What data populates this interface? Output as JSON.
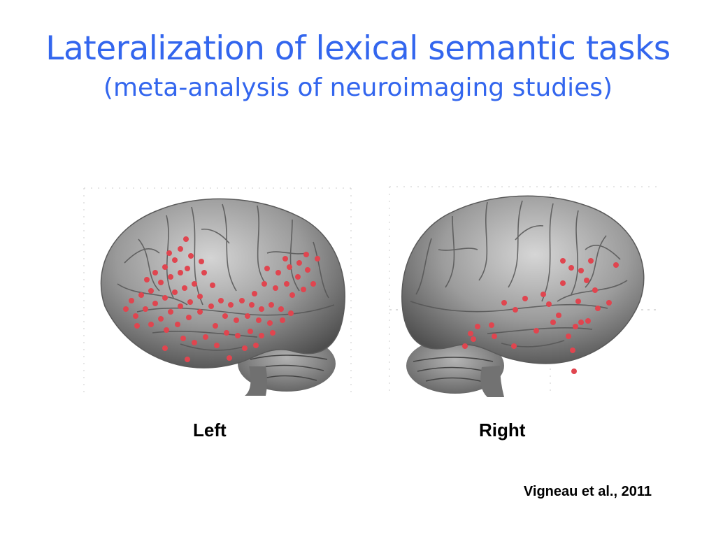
{
  "slide": {
    "title": "Lateralization of lexical semantic tasks",
    "subtitle": "(meta-analysis of neuroimaging studies)",
    "captions": {
      "left": "Left",
      "right": "Right"
    },
    "citation": "Vigneau et al., 2011"
  },
  "colors": {
    "title": "#3366ee",
    "activation_dot": "#e0454f",
    "brain_gray": "#8e8e8e"
  },
  "images": {
    "left_brain": "left-hemisphere-lateral-view",
    "right_brain": "right-hemisphere-lateral-view"
  }
}
